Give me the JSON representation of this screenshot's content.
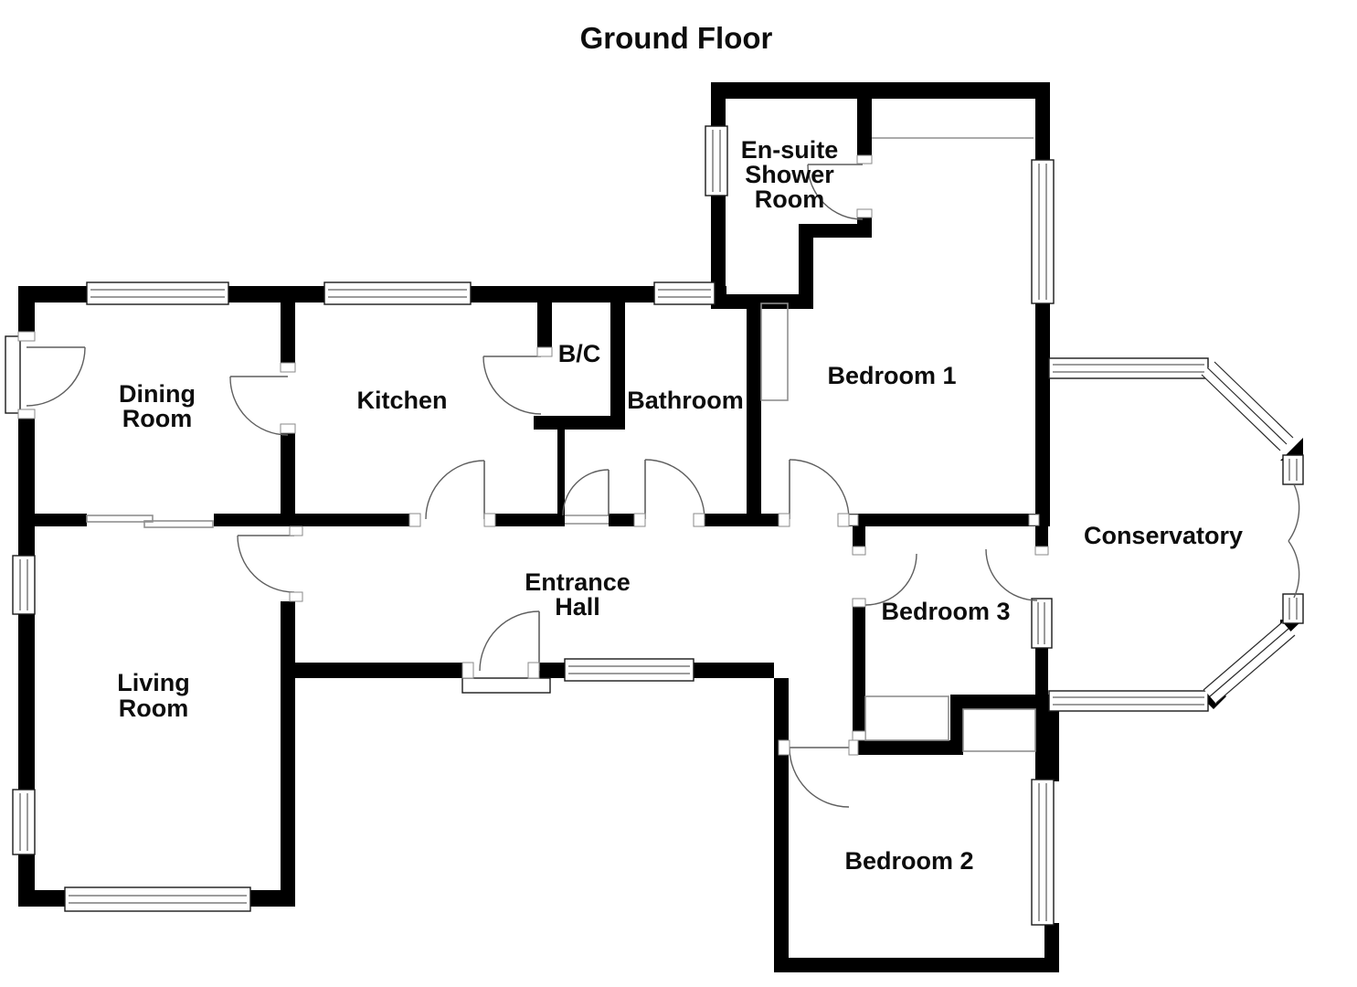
{
  "title": "Ground Floor",
  "rooms": {
    "ensuite": [
      "En-suite",
      "Shower",
      "Room"
    ],
    "bedroom1": "Bedroom 1",
    "dining": [
      "Dining",
      "Room"
    ],
    "kitchen": "Kitchen",
    "bc": "B/C",
    "bathroom": "Bathroom",
    "conservatory": "Conservatory",
    "entrance": [
      "Entrance",
      "Hall"
    ],
    "bedroom3": "Bedroom 3",
    "living": [
      "Living",
      "Room"
    ],
    "bedroom2": "Bedroom 2"
  }
}
